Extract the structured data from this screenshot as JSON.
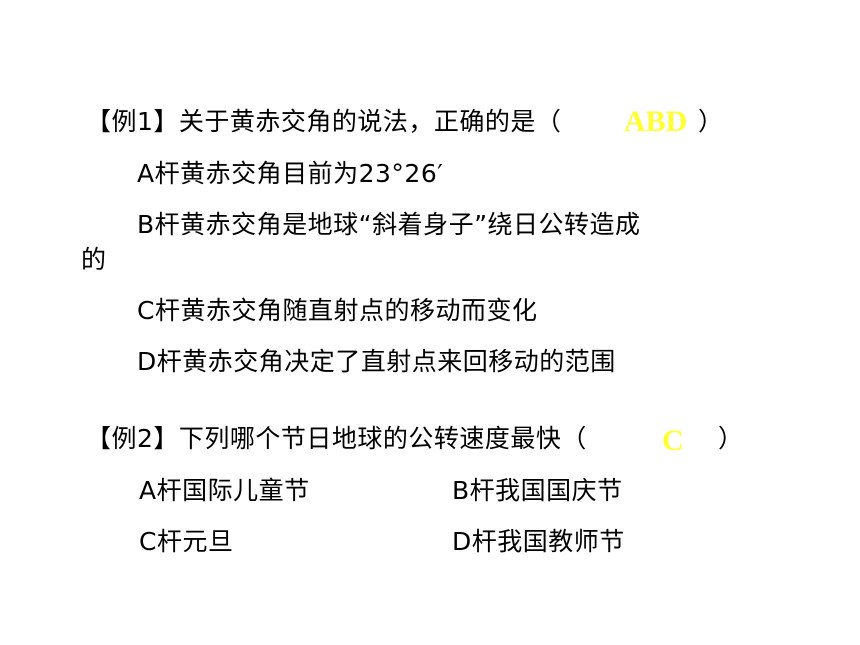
{
  "q1": {
    "stem": "【例1】关于黄赤交角的说法，正确的是（",
    "answer": "ABD",
    "close": "）",
    "options": [
      "A杆黄赤交角目前为23°26′",
      "B杆黄赤交角是地球“斜着身子”绕日公转造成",
      "的",
      "C杆黄赤交角随直射点的移动而变化",
      "D杆黄赤交角决定了直射点来回移动的范围"
    ]
  },
  "q2": {
    "stem": "【例2】下列哪个节日地球的公转速度最快（",
    "answer": "C",
    "close": "）",
    "options": [
      "A杆国际儿童节",
      "B杆我国国庆节",
      "C杆元旦",
      "D杆我国教师节"
    ]
  },
  "colors": {
    "answer": "#ffff33",
    "text": "#000000",
    "background": "#ffffff"
  }
}
